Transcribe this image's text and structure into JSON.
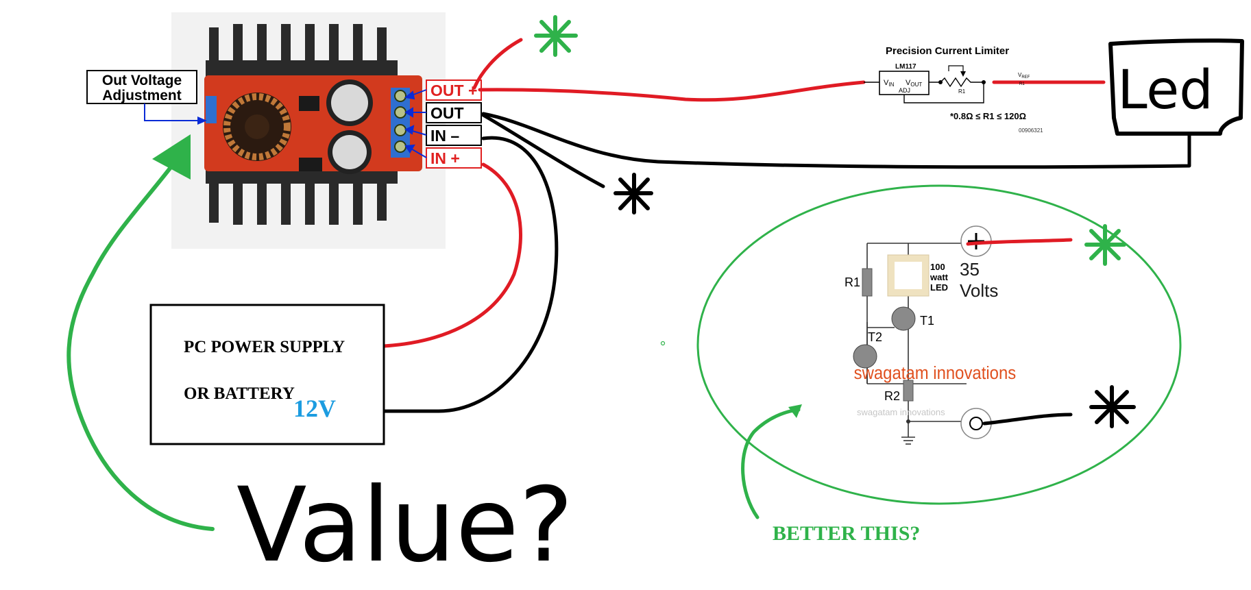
{
  "module": {
    "adjust_label_line1": "Out Voltage",
    "adjust_label_line2": "Adjustment",
    "terminals": [
      {
        "label": "OUT +",
        "color": "#e02020"
      },
      {
        "label": "OUT -",
        "color": "#000000"
      },
      {
        "label": "IN –",
        "color": "#000000"
      },
      {
        "label": "IN +",
        "color": "#e02020"
      }
    ]
  },
  "power_supply": {
    "line1": "PC POWER SUPPLY",
    "line2": "OR BATTERY",
    "voltage": "12V",
    "voltage_color": "#1c9ce0"
  },
  "limiter": {
    "title": "Precision Current Limiter",
    "chip": "LM117",
    "vin": "V",
    "vin_sub": "IN",
    "vout": "V",
    "vout_sub": "OUT",
    "adj": "ADJ",
    "resistor": "R1",
    "vref": "V",
    "vref_sub": "REF",
    "vref_under": "R1",
    "formula": "*0.8Ω ≤ R1 ≤ 120Ω",
    "code": "00906321"
  },
  "led_box": {
    "label": "Led"
  },
  "question": {
    "text": "Value?"
  },
  "alt_circuit": {
    "label": "BETTER THIS?",
    "label_color": "#2fb24a",
    "r1": "R1",
    "r2": "R2",
    "t1": "T1",
    "t2": "T2",
    "led_line1": "100",
    "led_line2": "watt",
    "led_line3": "LED",
    "volts_value": "35",
    "volts_unit": "Volts",
    "watermark": "swagatam innovations",
    "watermark_small": "swagatam innovations"
  },
  "colors": {
    "red_wire": "#e01b24",
    "black_wire": "#000000",
    "green_ink": "#2fb24a",
    "blue_arrow": "#0a2bd6",
    "board_red": "#d23a1e",
    "watermark": "#e0501f"
  },
  "icons": [
    "green-asterisk-icon",
    "black-asterisk-icon",
    "ground-icon"
  ]
}
